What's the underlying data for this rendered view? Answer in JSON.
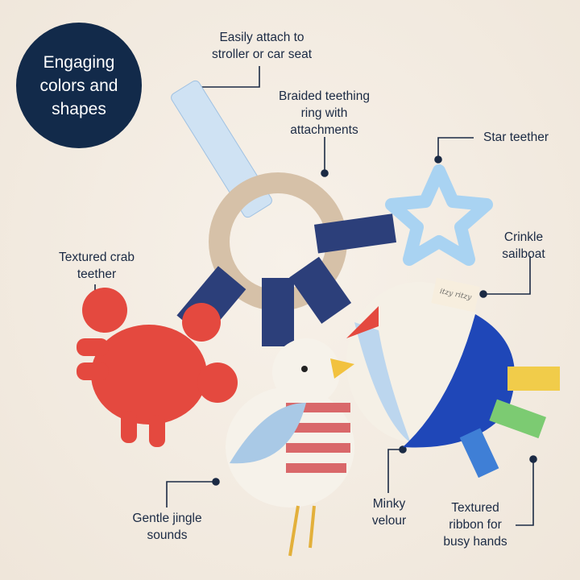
{
  "badge": {
    "line1": "Engaging",
    "line2": "colors and",
    "line3": "shapes"
  },
  "callouts": {
    "attach": {
      "line1": "Easily attach to",
      "line2": "stroller or car seat"
    },
    "ring": {
      "line1": "Braided teething",
      "line2": "ring with",
      "line3": "attachments"
    },
    "star": {
      "line1": "Star teether"
    },
    "crinkle": {
      "line1": "Crinkle",
      "line2": "sailboat"
    },
    "crab": {
      "line1": "Textured crab",
      "line2": "teether"
    },
    "jingle": {
      "line1": "Gentle jingle",
      "line2": "sounds"
    },
    "minky": {
      "line1": "Minky",
      "line2": "velour"
    },
    "ribbon": {
      "line1": "Textured",
      "line2": "ribbon for",
      "line3": "busy hands"
    }
  },
  "brand_tag": "itzy ritzy",
  "colors": {
    "navy": "#122a4a",
    "crab": "#e4493f",
    "star": "#a9d3f2",
    "ring": "#d6c1a8",
    "sail_blue": "#1f47b8",
    "background": "#f3ece3"
  }
}
